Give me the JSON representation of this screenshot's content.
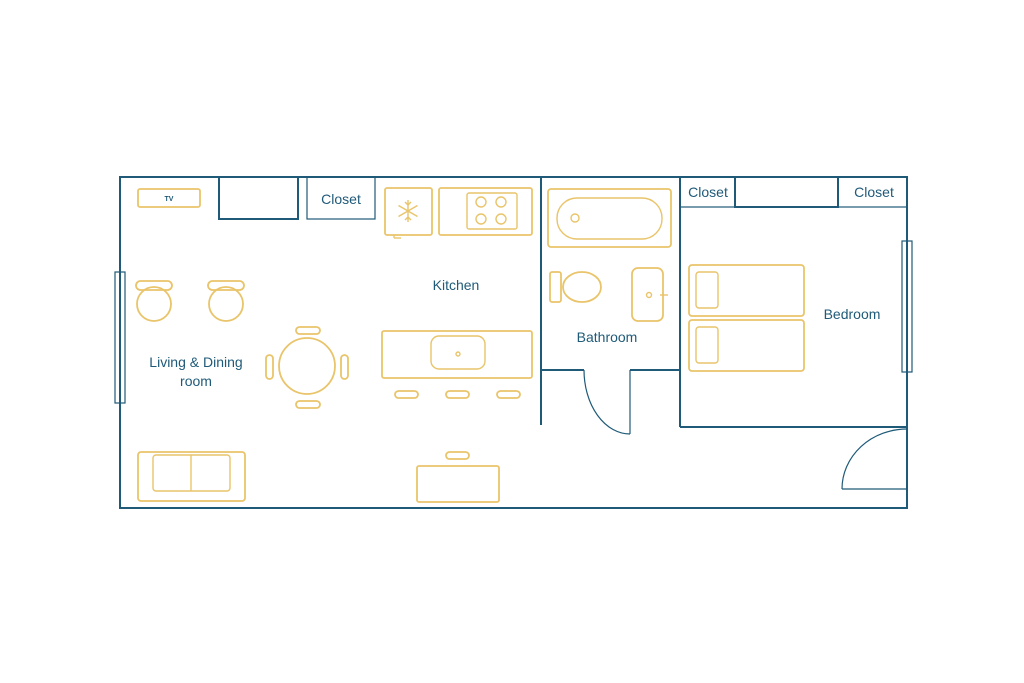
{
  "colors": {
    "wall": "#1f5a78",
    "furniture": "#e9c46a",
    "background": "#ffffff"
  },
  "labels": {
    "tv": "TV",
    "closet_living": "Closet",
    "closet_bedroom_left": "Closet",
    "closet_bedroom_right": "Closet",
    "kitchen": "Kitchen",
    "bathroom": "Bathroom",
    "bedroom": "Bedroom",
    "living_line1": "Living & Dining",
    "living_line2": "room"
  },
  "icons": {
    "fridge": "snowflake-icon",
    "stove": "cooktop-icon",
    "sink": "sink-icon",
    "toilet": "toilet-icon",
    "bathtub": "bathtub-icon",
    "sofa": "sofa-icon",
    "bed": "bed-icon",
    "table": "round-table-icon",
    "door": "door-swing-icon",
    "window": "window-icon"
  }
}
